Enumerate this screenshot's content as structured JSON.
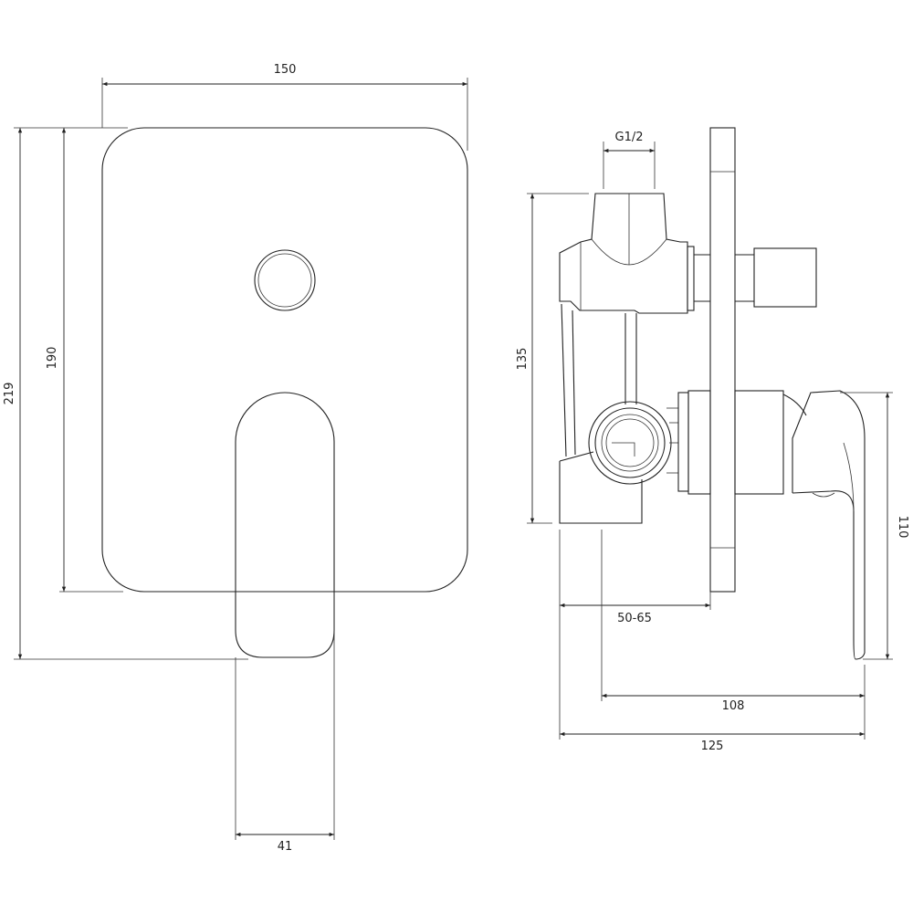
{
  "front_view": {
    "dimensions": {
      "width": "150",
      "total_height": "219",
      "plate_height": "190",
      "lever_width": "41"
    }
  },
  "side_view": {
    "dimensions": {
      "thread": "G1/2",
      "body_height": "135",
      "install_depth": "50-65",
      "projection": "108",
      "total_depth": "125",
      "lever_height": "110"
    }
  },
  "colors": {
    "line": "#222222",
    "background": "#ffffff"
  }
}
